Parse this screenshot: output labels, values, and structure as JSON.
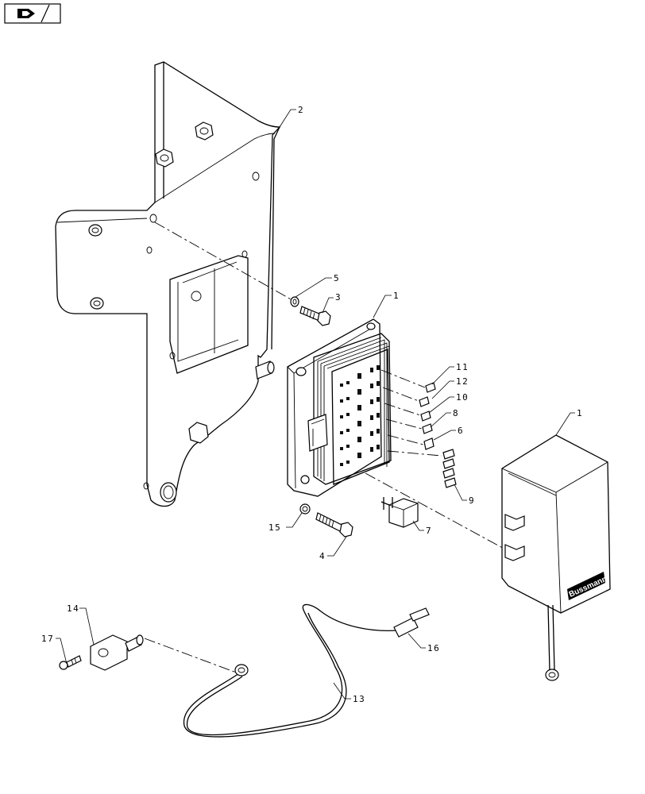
{
  "nav": {
    "icon": "book-back-icon"
  },
  "brand_label": "Bussmann",
  "callouts": [
    {
      "id": "c2",
      "label": "2"
    },
    {
      "id": "c5",
      "label": "5"
    },
    {
      "id": "c3",
      "label": "3"
    },
    {
      "id": "c1a",
      "label": "1"
    },
    {
      "id": "c11",
      "label": "11"
    },
    {
      "id": "c12",
      "label": "12"
    },
    {
      "id": "c10",
      "label": "10"
    },
    {
      "id": "c8",
      "label": "8"
    },
    {
      "id": "c6",
      "label": "6"
    },
    {
      "id": "c9",
      "label": "9"
    },
    {
      "id": "c1b",
      "label": "1"
    },
    {
      "id": "c7",
      "label": "7"
    },
    {
      "id": "c15",
      "label": "15"
    },
    {
      "id": "c4",
      "label": "4"
    },
    {
      "id": "c14",
      "label": "14"
    },
    {
      "id": "c17",
      "label": "17"
    },
    {
      "id": "c16",
      "label": "16"
    },
    {
      "id": "c13",
      "label": "13"
    }
  ]
}
